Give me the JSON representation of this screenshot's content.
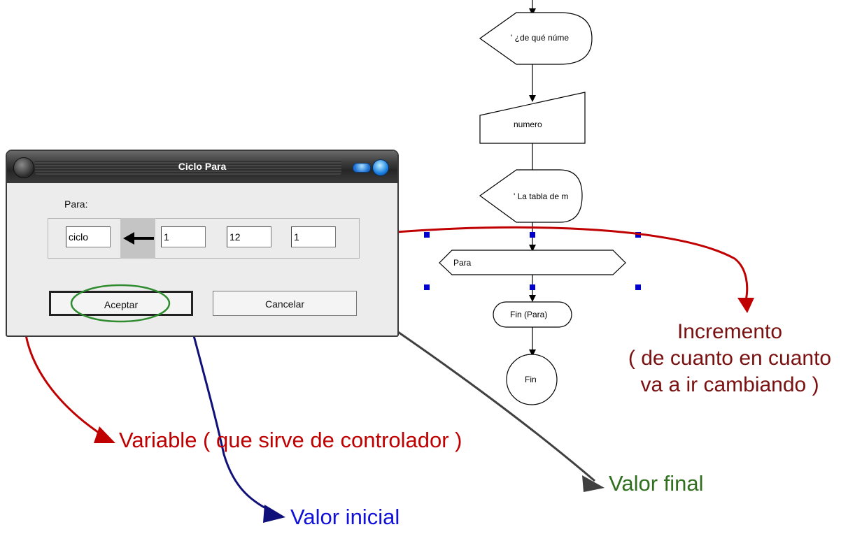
{
  "dialog": {
    "title": "Ciclo Para",
    "para_label": "Para:",
    "variable_value": "ciclo",
    "initial_value": "1",
    "final_value": "12",
    "increment_value": "1",
    "accept_label": "Aceptar",
    "cancel_label": "Cancelar"
  },
  "flowchart": {
    "display1": "' ¿de qué núme",
    "input": "numero",
    "display2": "' La tabla de m",
    "for_shape": "Para",
    "end_for": "Fin (Para)",
    "end": "Fin"
  },
  "annotations": {
    "variable": "Variable ( que sirve de controlador )",
    "initial": "Valor inicial",
    "final": "Valor final",
    "increment_line1": "Incremento",
    "increment_line2": "( de cuanto en cuanto",
    "increment_line3": "va a ir cambiando )"
  },
  "colors": {
    "variable": "#c00000",
    "initial": "#1010d8",
    "final": "#2f6f1e",
    "increment": "#7a1010",
    "selection_handle": "#0000cc"
  },
  "icons": {
    "assign_arrow": "left-arrow-icon"
  }
}
